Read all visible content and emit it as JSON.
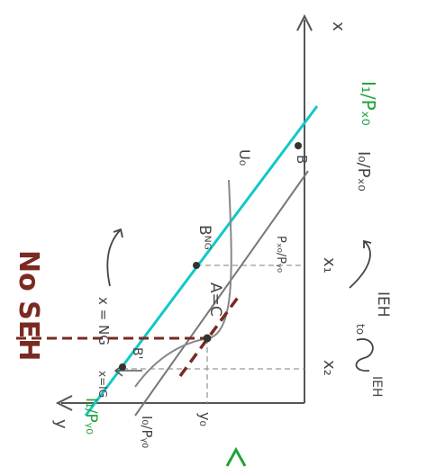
{
  "colors": {
    "ink": "#333333",
    "pencil": "#8a8a8a",
    "cyan": "#12c8c8",
    "maroon": "#7a2a22",
    "green": "#1fa23a"
  },
  "labels": {
    "axis_x": "x",
    "axis_y": "y",
    "title": "No SEH",
    "budget_outer_x": "I₁/Pₓ₀",
    "budget_inner_x": "I₀/Pₓ₀",
    "budget_outer_y": "I₁/Pᵧ₀",
    "budget_inner_y": "I₀/Pᵧ₀",
    "slope": "Pₓ₀/Pᵧ₀",
    "indiff": "U₀",
    "point_a": "A=C",
    "point_bng": "Bᴺᴳ",
    "point_b": "B",
    "point_bprime": "B'",
    "x_ng": "x = NG",
    "x_ig": "x=IG",
    "tick_x1": "x₁",
    "tick_x2": "x₂",
    "tick_y0": "y₀",
    "ieh_right": "IEH",
    "ieh_left": "IEH",
    "to_label": "to"
  }
}
